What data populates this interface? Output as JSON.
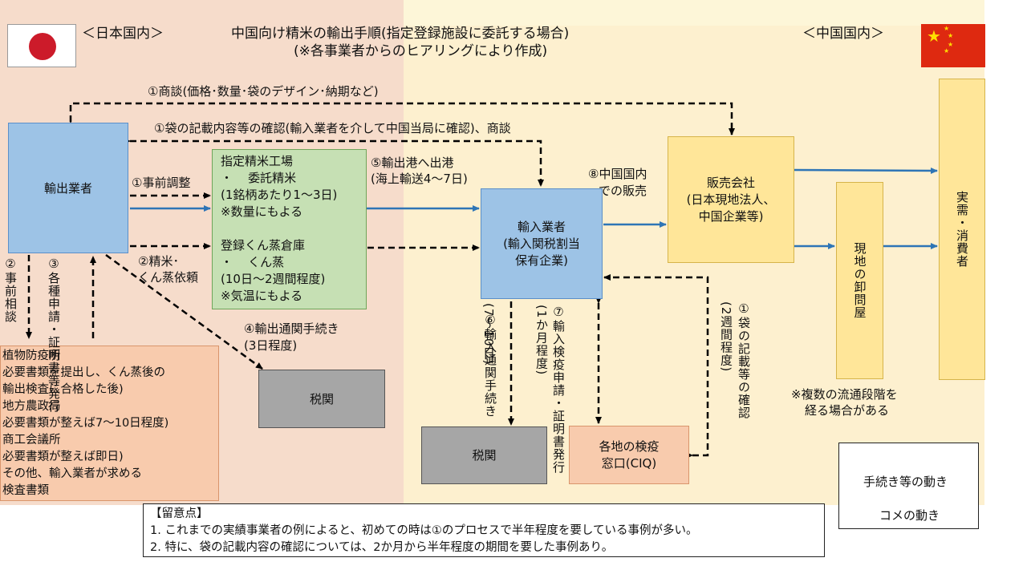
{
  "header": {
    "japan_label": "＜日本国内＞",
    "title": "中国向け精米の輸出手順(指定登録施設に委託する場合)",
    "subtitle": "(※各事業者からのヒアリングにより作成)",
    "china_label": "＜中国国内＞"
  },
  "nodes": {
    "exporter": "輸出業者",
    "mill": {
      "lines": [
        "指定精米工場",
        "・    委託精米",
        "(1銘柄あたり1～3日)",
        "※数量にもよる",
        "",
        "登録くん蒸倉庫",
        "・    くん蒸",
        "(10日～2週間程度)",
        "※気温にもよる"
      ]
    },
    "importer": {
      "lines": [
        "輸入業者",
        "(輸入関税割当",
        "保有企業)"
      ]
    },
    "sales": {
      "lines": [
        "販売会社",
        "(日本現地法人、",
        "中国企業等)"
      ]
    },
    "wholesale": "現地の卸問屋",
    "consumer": "実需・消費者",
    "customs_jp": "税関",
    "customs_cn": "税関",
    "ciq": {
      "lines": [
        "各地の検疫",
        "窓口(CIQ)"
      ]
    },
    "agencies": {
      "lines": [
        "植物防疫所",
        "必要書類を提出し、くん蒸後の",
        "輸出検査に合格した後)",
        "地方農政局",
        "必要書類が整えば7～10日程度)",
        "商工会議所",
        "必要書類が整えば即日)",
        "その他、輸入業者が求める",
        "検査書類"
      ]
    }
  },
  "labels": {
    "negotiation": "①商談(価格･数量･袋のデザイン･納期など)",
    "bag_confirm": "①袋の記載内容等の確認(輸入業者を介して中国当局に確認)、商談",
    "prearrange": "①事前調整",
    "milling_request_1": "②精米･",
    "milling_request_2": "くん蒸依頼",
    "export_port_1": "⑤輸出港へ出港",
    "export_port_2": "(海上輸送4～7日)",
    "domestic_sales_1": "⑧中国国内",
    "domestic_sales_2": "での販売",
    "export_clearance_1": "④輸出通関手続き",
    "export_clearance_2": "(3日程度)",
    "pre_consult": "②事前相談",
    "cert_issue": "③各種申請・証明書等発行",
    "import_clearance_a": "⑥輸入通関手続き",
    "import_clearance_b": "(7～10日)",
    "import_quarantine_a": "⑦輸入検疫申請・証明書発行",
    "import_quarantine_b": "(1か月程度)",
    "bag_check_a": "①袋の記載等の確認",
    "bag_check_b": "(2週間程度)",
    "multi_stage_1": "※複数の流通段階を",
    "multi_stage_2": "経る場合がある"
  },
  "legend": {
    "procedure": "手続き等の動き",
    "rice": "コメの動き"
  },
  "notes": {
    "heading": "【留意点】",
    "items": [
      "1. これまでの実績事業者の例によると、初めての時は①のプロセスで半年程度を要している事例が多い。",
      "2. 特に、袋の記載内容の確認については、2か月から半年程度の期間を要した事例あり。"
    ]
  },
  "colors": {
    "japan_bg": "#f6dccb",
    "china_bg": "#fdf0cf",
    "blue_box": "#9dc3e6",
    "green_box": "#c6e0b4",
    "yellow_box": "#ffe699",
    "salmon_box": "#f8cbad",
    "gray_box": "#a6a6a6",
    "rice_arrow": "#2e75b6",
    "procedure_arrow": "#000000"
  }
}
